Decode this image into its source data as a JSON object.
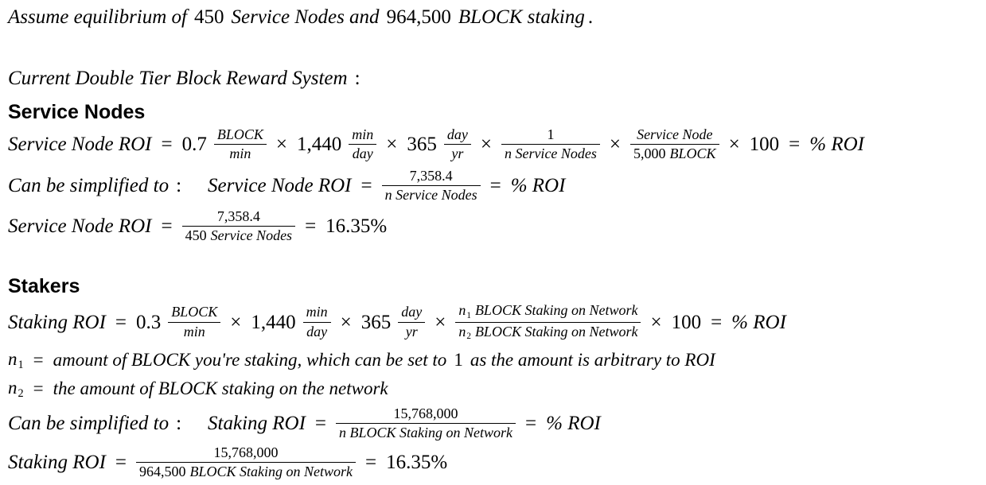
{
  "intro": {
    "assume": "Assume equilibrium of",
    "node_count": "450",
    "and_text": "Service Nodes and",
    "stake_amount": "964,500",
    "staking_text": "BLOCK staking",
    "period": "."
  },
  "system_title": "Current Double Tier Block Reward System",
  "ops": {
    "equals": "=",
    "times": "×",
    "colon": ":"
  },
  "labels": {
    "can_be_simplified": "Can be simplified to",
    "percent_roi": "% ROI"
  },
  "units": {
    "block": "BLOCK",
    "min": "min",
    "day": "day",
    "yr": "yr"
  },
  "constants": {
    "minutes_per_day": "1,440",
    "days_per_year": "365",
    "hundred": "100",
    "one": "1"
  },
  "service_nodes": {
    "heading": "Service Nodes",
    "lhs": "Service Node ROI",
    "coefficient": "0.7",
    "n_service_nodes": "n Service Nodes",
    "collateral_numerator": "Service Node",
    "collateral_amount": "5,000",
    "simplified_numerator": "7,358.4",
    "evaluated_count": "450",
    "evaluated_label": "Service Nodes",
    "evaluated_result": "16.35%"
  },
  "stakers": {
    "heading": "Stakers",
    "lhs": "Staking ROI",
    "coefficient": "0.3",
    "n_base": "n",
    "n1_sub": "1",
    "n2_sub": "2",
    "staking_on_network": "BLOCK Staking on Network",
    "n1_text_before": "amount of BLOCK you're staking, which can be set to",
    "n1_one": "1",
    "n1_text_after": "as the amount is arbitrary to ROI",
    "n2_text": "the amount of BLOCK staking on the network",
    "simplified_numerator": "15,768,000",
    "simplified_denominator": "n BLOCK Staking on Network",
    "evaluated_count": "964,500",
    "evaluated_result": "16.35%"
  }
}
